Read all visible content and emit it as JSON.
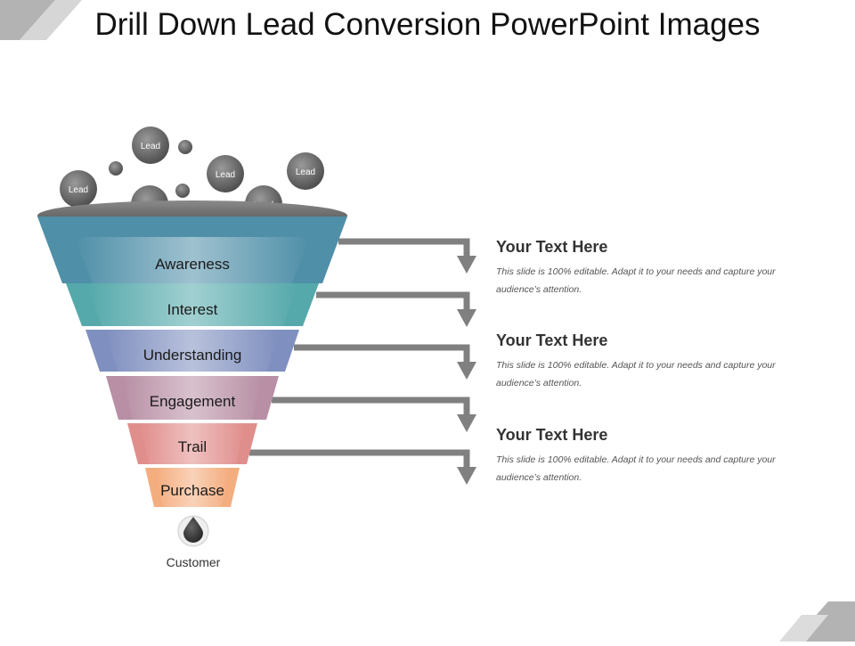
{
  "slide": {
    "title": "Drill Down Lead Conversion PowerPoint Images"
  },
  "leads": {
    "label": "Lead",
    "count": 6
  },
  "funnel": {
    "stages": [
      {
        "label": "Awareness",
        "color": "#4f8fa8"
      },
      {
        "label": "Interest",
        "color": "#55a9ab"
      },
      {
        "label": "Understanding",
        "color": "#7f8fbf"
      },
      {
        "label": "Engagement",
        "color": "#b88fa5"
      },
      {
        "label": "Trail",
        "color": "#e08e8c"
      },
      {
        "label": "Purchase",
        "color": "#f4ad7f"
      }
    ],
    "output_label": "Customer"
  },
  "text_blocks": [
    {
      "heading": "Your Text Here",
      "body": "This slide is 100% editable. Adapt it to your needs and capture your audience’s attention."
    },
    {
      "heading": "Your Text Here",
      "body": "This slide is 100% editable. Adapt it to your needs and capture your audience’s attention."
    },
    {
      "heading": "Your Text Here",
      "body": "This slide is 100% editable. Adapt it to your needs and capture your audience’s attention."
    }
  ],
  "colors": {
    "arrow": "#808080",
    "corner_decoration": "#b3b3b3",
    "ball": "#6e6e6e"
  }
}
